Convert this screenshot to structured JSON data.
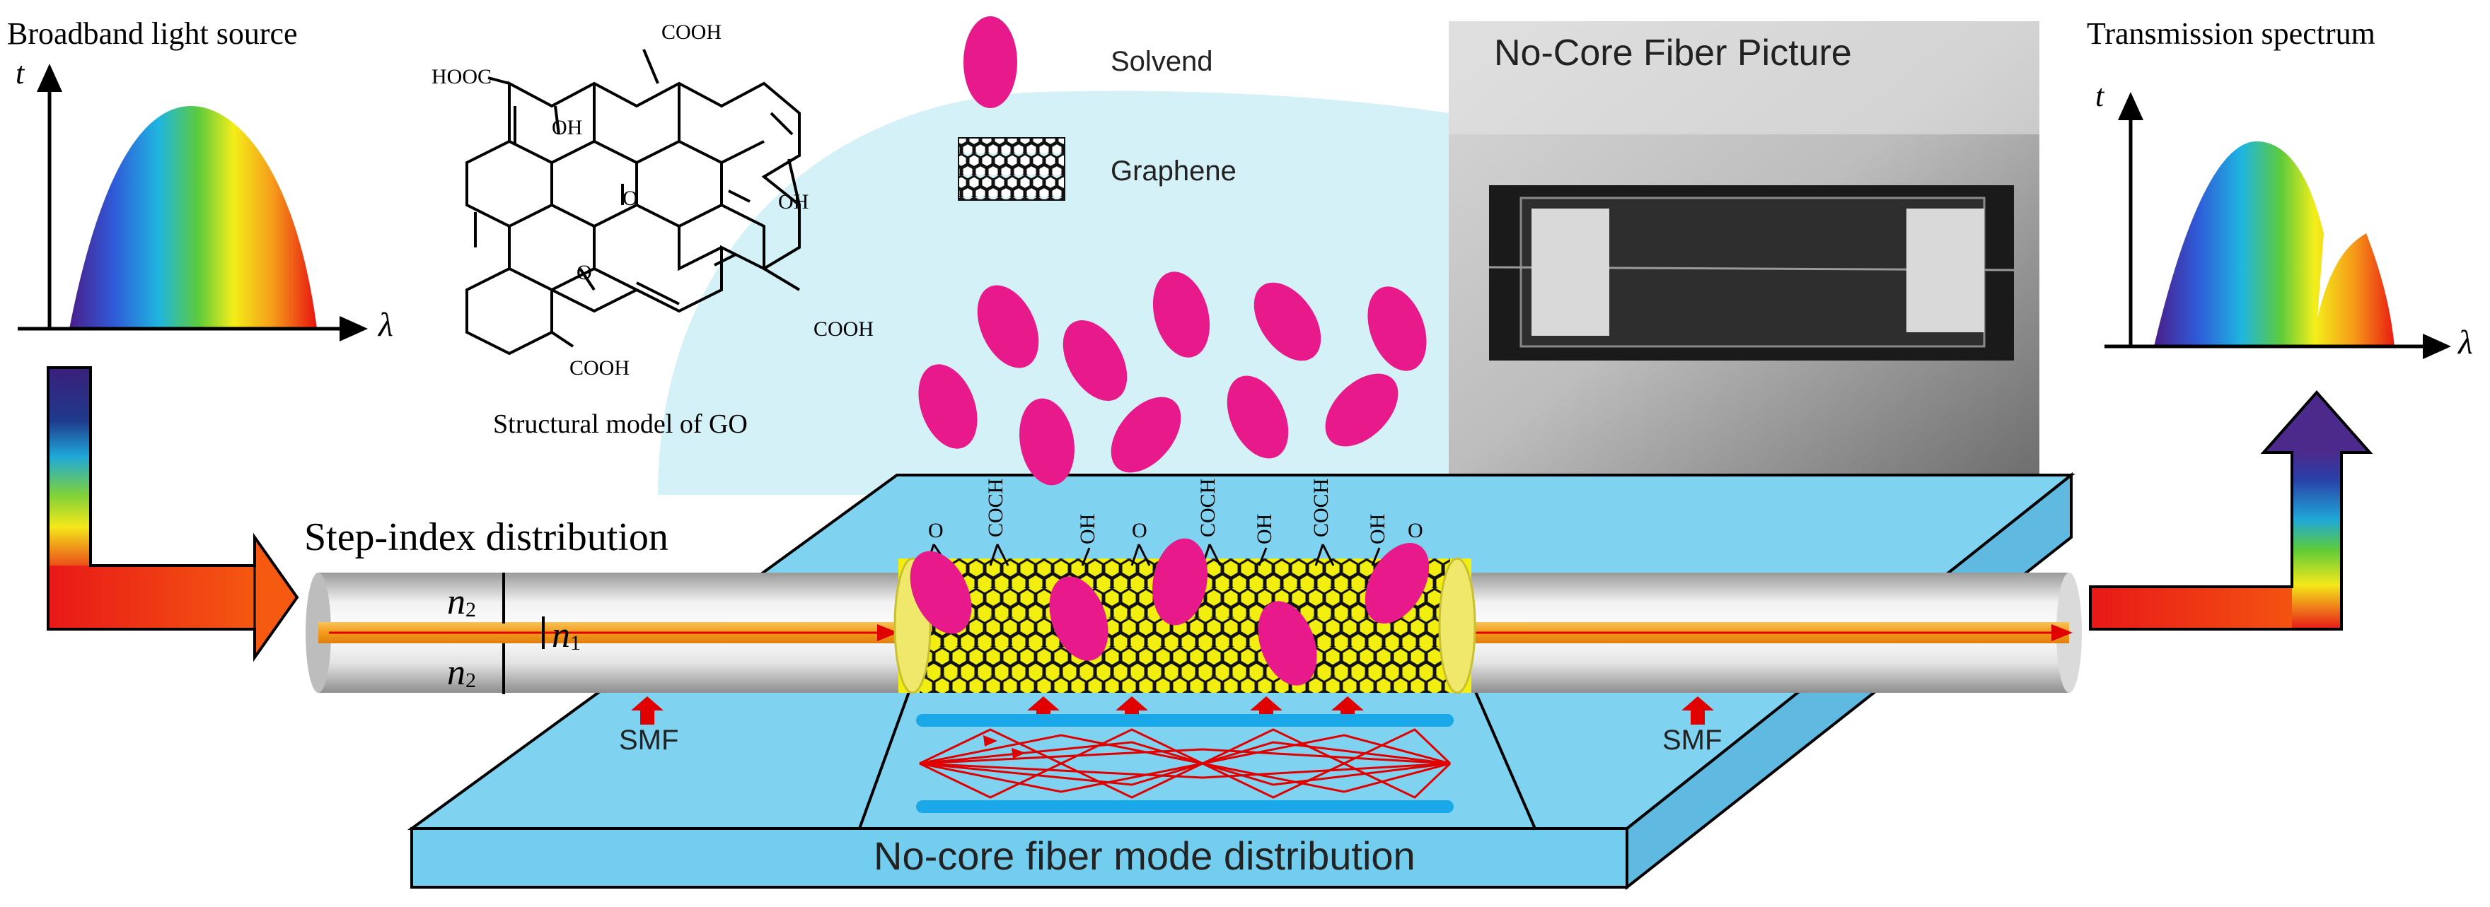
{
  "labels": {
    "broadband": "Broadband light source",
    "transmission": "Transmission spectrum",
    "axis_t": "t",
    "axis_lambda": "λ",
    "go_model": "Structural model of GO",
    "solvend": "Solvend",
    "graphene": "Graphene",
    "ncf_picture": "No-Core Fiber Picture",
    "step_index": "Step-index distribution",
    "n": "n",
    "sub2": "2",
    "sub1": "1",
    "smf": "SMF",
    "ncf_mode": "No-core fiber mode distribution"
  },
  "chem": {
    "cooh": "COOH",
    "hooc": "HOOC",
    "oh": "OH",
    "o": "O",
    "cooh_vertical": "COCH"
  },
  "colors": {
    "solvend": "#E8198A",
    "slab": "#7FD3F1",
    "slab_side": "#5FB9E0",
    "bubble": "#D4F1F7",
    "graphene_fill": "#F2EE10",
    "core": "#F39A1A",
    "arrow_red": "#E00000"
  }
}
